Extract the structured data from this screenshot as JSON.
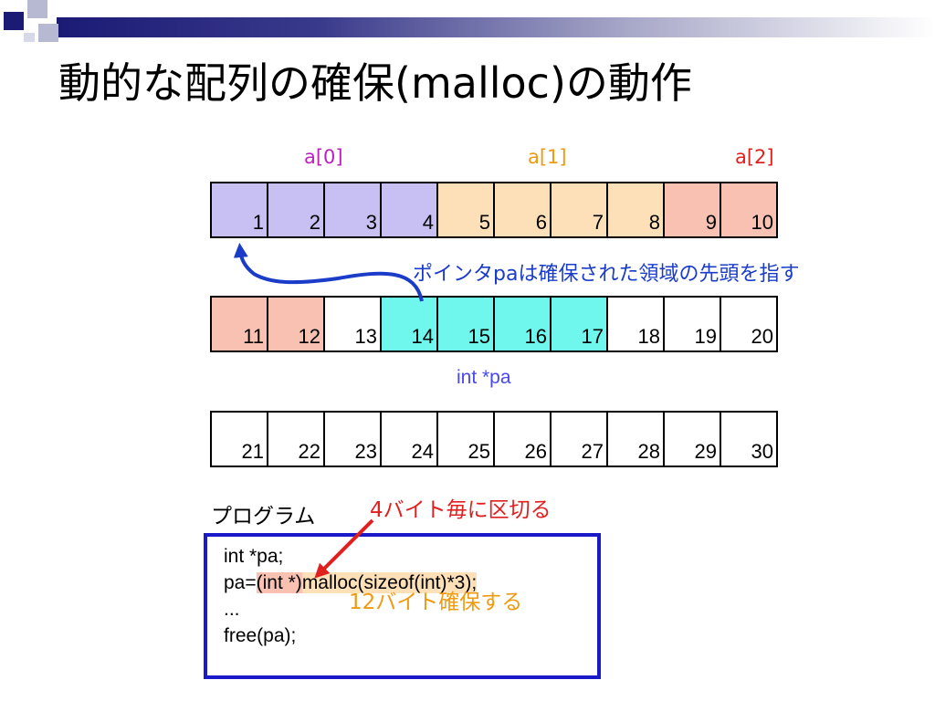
{
  "slide": {
    "title": "動的な配列の確保(malloc)の動作"
  },
  "array_labels": [
    "a[0]",
    "a[1]",
    "a[2]"
  ],
  "rows": [
    {
      "cells": [
        {
          "value": "1",
          "color": "#c8bff2"
        },
        {
          "value": "2",
          "color": "#c8bff2"
        },
        {
          "value": "3",
          "color": "#c8bff2"
        },
        {
          "value": "4",
          "color": "#c8bff2"
        },
        {
          "value": "5",
          "color": "#fde0b8"
        },
        {
          "value": "6",
          "color": "#fde0b8"
        },
        {
          "value": "7",
          "color": "#fde0b8"
        },
        {
          "value": "8",
          "color": "#fde0b8"
        },
        {
          "value": "9",
          "color": "#f8c1b2"
        },
        {
          "value": "10",
          "color": "#f8c1b2"
        }
      ]
    },
    {
      "cells": [
        {
          "value": "11",
          "color": "#f8c1b2"
        },
        {
          "value": "12",
          "color": "#f8c1b2"
        },
        {
          "value": "13",
          "color": "#ffffff"
        },
        {
          "value": "14",
          "color": "#6ff7ed"
        },
        {
          "value": "15",
          "color": "#6ff7ed"
        },
        {
          "value": "16",
          "color": "#6ff7ed"
        },
        {
          "value": "17",
          "color": "#6ff7ed"
        },
        {
          "value": "18",
          "color": "#ffffff"
        },
        {
          "value": "19",
          "color": "#ffffff"
        },
        {
          "value": "20",
          "color": "#ffffff"
        }
      ]
    },
    {
      "cells": [
        {
          "value": "21",
          "color": "#ffffff"
        },
        {
          "value": "22",
          "color": "#ffffff"
        },
        {
          "value": "23",
          "color": "#ffffff"
        },
        {
          "value": "24",
          "color": "#ffffff"
        },
        {
          "value": "25",
          "color": "#ffffff"
        },
        {
          "value": "26",
          "color": "#ffffff"
        },
        {
          "value": "27",
          "color": "#ffffff"
        },
        {
          "value": "28",
          "color": "#ffffff"
        },
        {
          "value": "29",
          "color": "#ffffff"
        },
        {
          "value": "30",
          "color": "#ffffff"
        }
      ]
    }
  ],
  "annotations": {
    "pointer": "ポインタpaは確保された領域の先頭を指す",
    "variable": "int *pa",
    "program_label": "プログラム",
    "four_byte": "4バイト毎に区切る",
    "twelve_byte": "12バイト確保する"
  },
  "code": {
    "line1": "int *pa;",
    "line2_prefix": "pa=",
    "line2_cast": "(int *)",
    "line2_call": "malloc(sizeof(int)*3);",
    "line3": "...",
    "line4": "free(pa);"
  },
  "colors": {
    "purple": "#c8bff2",
    "orange": "#fde0b8",
    "salmon": "#f8c1b2",
    "cyan": "#6ff7ed",
    "pointer_blue": "#1a3cc8",
    "red": "#e0201f",
    "box_border": "#1a1ac8"
  }
}
